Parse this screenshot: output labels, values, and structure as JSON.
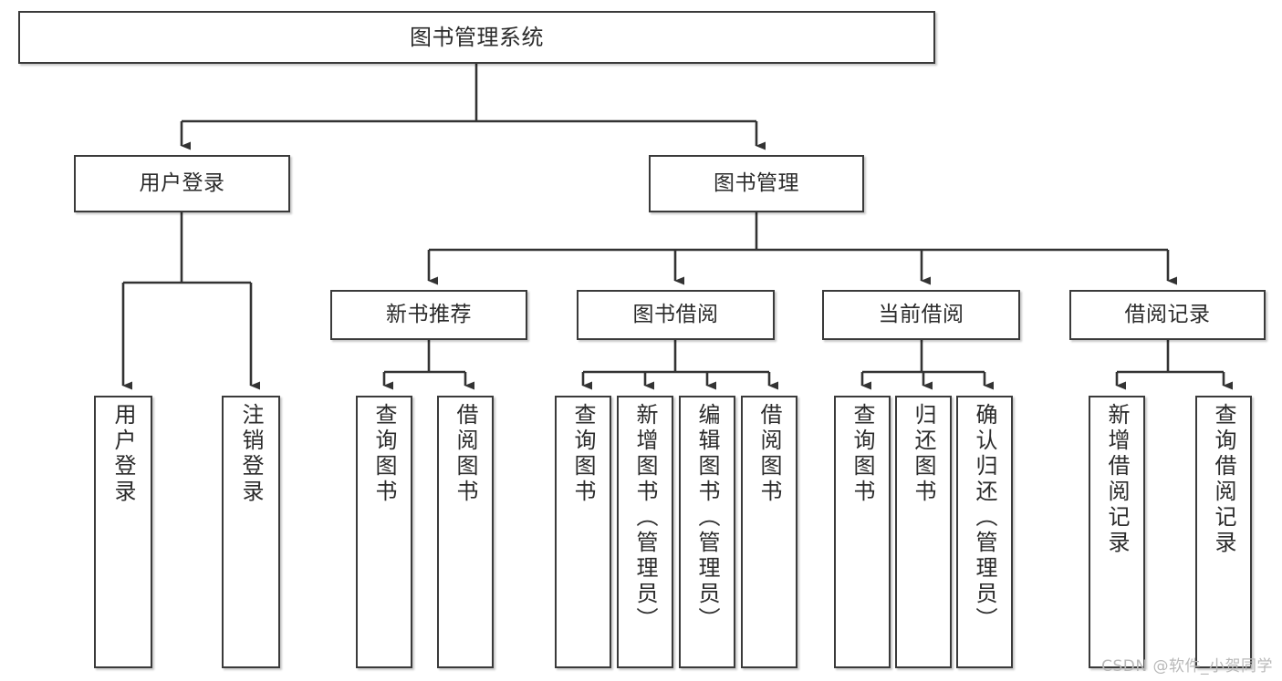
{
  "diagram": {
    "type": "tree-hierarchy-chart",
    "title": "图书管理系统",
    "watermark": "CSDN @软件_小贺同学",
    "colors": {
      "box_border": "#3a3a3a",
      "box_fill": "#ffffff",
      "connector": "#333333",
      "text": "#2b2b2b",
      "watermark": "#b9b9b9",
      "background": "#ffffff"
    },
    "levels": {
      "root": {
        "label": "图书管理系统"
      },
      "level2": [
        {
          "label": "用户登录"
        },
        {
          "label": "图书管理"
        }
      ],
      "level3": [
        {
          "label": "新书推荐"
        },
        {
          "label": "图书借阅"
        },
        {
          "label": "当前借阅"
        },
        {
          "label": "借阅记录"
        }
      ],
      "leaves": {
        "user_login": [
          {
            "label": "用户登录"
          },
          {
            "label": "注销登录"
          }
        ],
        "new_book_recommend": [
          {
            "label": "查询图书"
          },
          {
            "label": "借阅图书"
          }
        ],
        "book_borrow": [
          {
            "label": "查询图书"
          },
          {
            "label": "新增图书（管理员）"
          },
          {
            "label": "编辑图书（管理员）"
          },
          {
            "label": "借阅图书"
          }
        ],
        "current_borrow": [
          {
            "label": "查询图书"
          },
          {
            "label": "归还图书"
          },
          {
            "label": "确认归还（管理员）"
          }
        ],
        "borrow_records": [
          {
            "label": "新增借阅记录"
          },
          {
            "label": "查询借阅记录"
          }
        ]
      }
    }
  }
}
